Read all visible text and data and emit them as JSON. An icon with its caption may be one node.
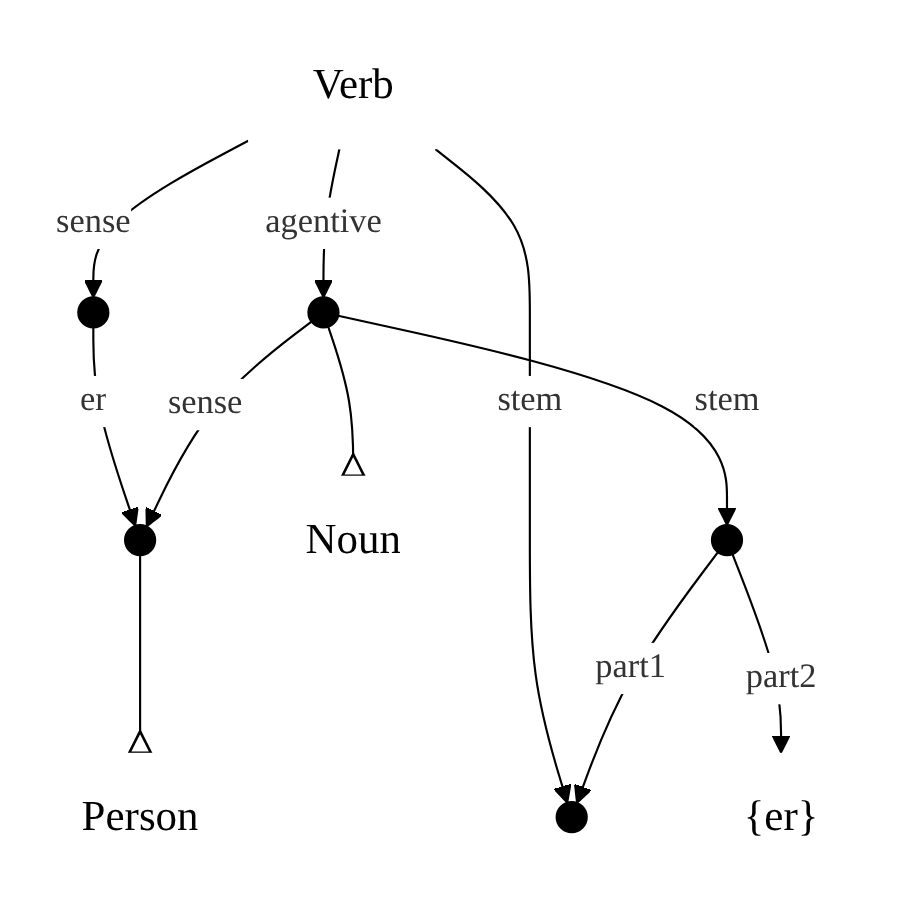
{
  "diagram": {
    "nodes": [
      {
        "text": [
          "Person"
        ]
      },
      {
        "text": [],
        "shape": "circle"
      },
      {
        "text": [],
        "shape": "circle"
      },
      {
        "text": [
          "Noun"
        ]
      },
      {
        "text": [
          "Verb"
        ]
      },
      {
        "text": [],
        "shape": "circle"
      },
      {
        "text": [],
        "shape": "circle"
      },
      {
        "text": [],
        "shape": "circle"
      },
      {
        "text": [
          "{er}"
        ]
      }
    ],
    "edges": [
      {
        "from": 1,
        "to": 2,
        "arrow": "to",
        "label": "er"
      },
      {
        "from": 4,
        "to": 1,
        "arrow": "to",
        "label": "sense"
      },
      {
        "from": 5,
        "to": 2,
        "arrow": "to",
        "label": "sense"
      },
      {
        "from": 2,
        "to": 0,
        "arrow": "other"
      },
      {
        "from": 4,
        "to": 5,
        "arrow": "to",
        "label": "agentive"
      },
      {
        "from": 5,
        "to": 3,
        "arrow": "other"
      },
      {
        "from": 5,
        "to": 6,
        "arrow": "to",
        "label": "stem"
      },
      {
        "from": 4,
        "to": 7,
        "arrow": "to",
        "label": "stem"
      },
      {
        "from": 6,
        "to": 7,
        "arrow": "to",
        "label": "part1"
      },
      {
        "from": 6,
        "to": 8,
        "arrow": "to",
        "label": "part2"
      }
    ]
  }
}
